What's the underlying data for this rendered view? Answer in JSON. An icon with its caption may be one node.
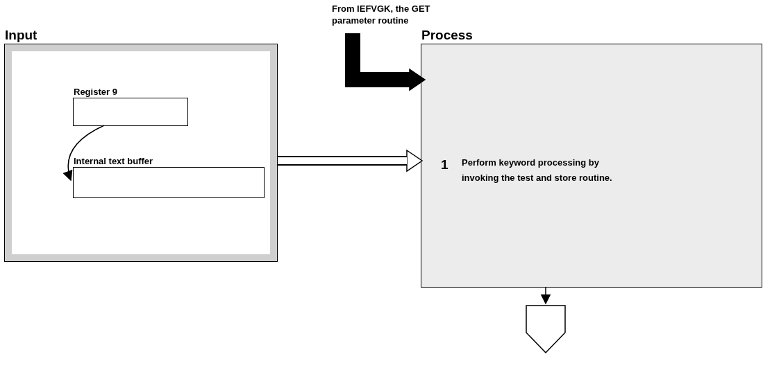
{
  "diagram": {
    "nodes": [
      {
        "text": [
          "Input"
        ]
      },
      {
        "text": [
          "Register 9"
        ],
        "in": 0
      },
      {
        "text": [
          "Internal text buffer"
        ],
        "in": 0
      },
      {
        "text": [
          "Process",
          "1",
          "Perform keyword processing by invoking the test and store routine."
        ]
      },
      {
        "text": [
          "From IEFVGK, the GET parameter routine"
        ]
      },
      {
        "text": [],
        "shape": "pentagon"
      }
    ],
    "edges": [
      {
        "from": 1,
        "to": 2,
        "arrow": "to"
      },
      {
        "from": 0,
        "to": 3,
        "arrow": "to",
        "style": "thick"
      },
      {
        "from": 4,
        "to": 3,
        "arrow": "to",
        "style": "thick",
        "color": "#000000"
      },
      {
        "from": 3,
        "to": 5,
        "arrow": "to"
      }
    ]
  }
}
